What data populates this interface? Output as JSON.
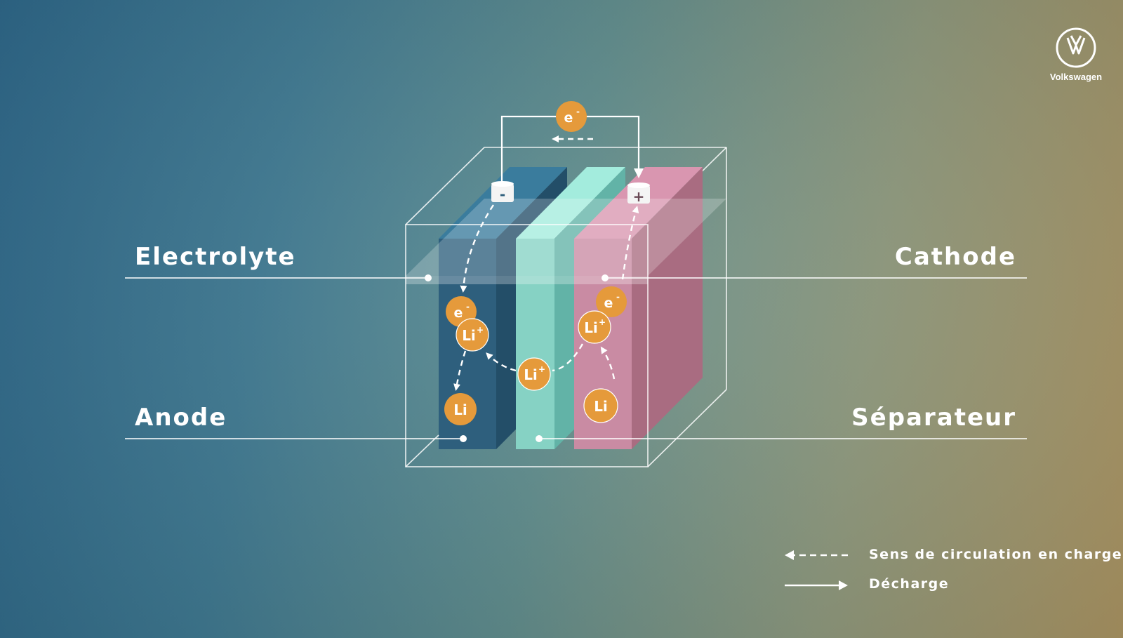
{
  "labels": {
    "electrolyte": "Electrolyte",
    "cathode": "Cathode",
    "anode": "Anode",
    "separateur": "Séparateur"
  },
  "terminals": {
    "negative": "-",
    "positive": "+"
  },
  "particles": {
    "electron": "e",
    "electron_sup": "-",
    "lithium_ion": "Li",
    "lithium_ion_sup": "+",
    "lithium": "Li"
  },
  "legend": {
    "charge": "Sens de circulation en charge",
    "discharge": "Décharge"
  },
  "brand": {
    "name": "Volkswagen",
    "logo_icon": "vw-logo-icon"
  },
  "colors": {
    "anode": "#2e5f7d",
    "separator": "#86d8c8",
    "cathode": "#cf8aa3",
    "particle": "#e59a3b",
    "line": "#ffffff"
  }
}
